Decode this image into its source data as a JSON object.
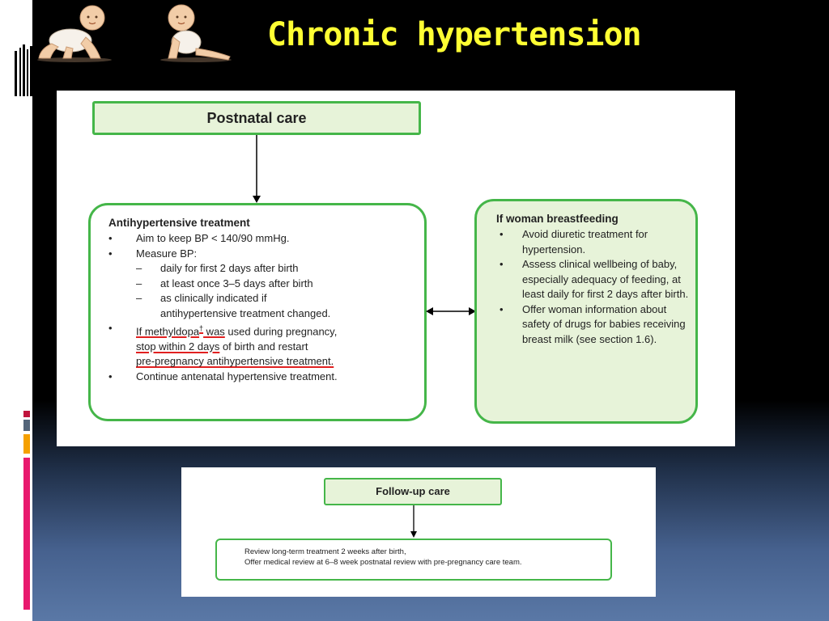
{
  "slide": {
    "title": "Chronic hypertension"
  },
  "colors": {
    "title": "#ffff33",
    "box_border": "#45b649",
    "box_fill_light": "#e7f3d9",
    "underline": "#e02020",
    "accent_red": "#c0143c",
    "accent_orange": "#f5a000",
    "accent_pink": "#e8196e"
  },
  "icons": [
    "baby-crawling-icon",
    "baby-sitting-icon"
  ],
  "flowchart": {
    "postnatal_care": "Postnatal care",
    "treatment": {
      "heading": "Antihypertensive treatment",
      "bullet1": "Aim to keep BP < 140/90 mmHg.",
      "bullet2": "Measure BP:",
      "sub1": "daily for first 2 days after birth",
      "sub2": "at least once 3–5 days after birth",
      "sub3_line1": "as clinically indicated if",
      "sub3_line2": "antihypertensive treatment changed.",
      "b3_part1": "If methyldopa",
      "b3_dagger": "†",
      "b3_part2": " was",
      "b3_part3": " used during pregnancy,",
      "b3_part4": "stop within 2 days",
      "b3_part5": " of birth and restart",
      "b3_part6": "pre-pregnancy antihypertensive treatment.",
      "bullet4": "Continue antenatal hypertensive treatment."
    },
    "breastfeeding": {
      "heading": "If woman breastfeeding",
      "bullet1": "Avoid diuretic treatment for hypertension.",
      "bullet2": "Assess clinical wellbeing of baby, especially adequacy of feeding, at least daily for first 2 days after birth.",
      "bullet3": "Offer woman information about safety of drugs for babies receiving breast milk (see section 1.6)."
    }
  },
  "followup": {
    "title": "Follow-up care",
    "bullet1": "Review long-term treatment 2 weeks after birth,",
    "bullet2": "Offer medical review at 6–8 week postnatal review with pre-pregnancy care team."
  }
}
